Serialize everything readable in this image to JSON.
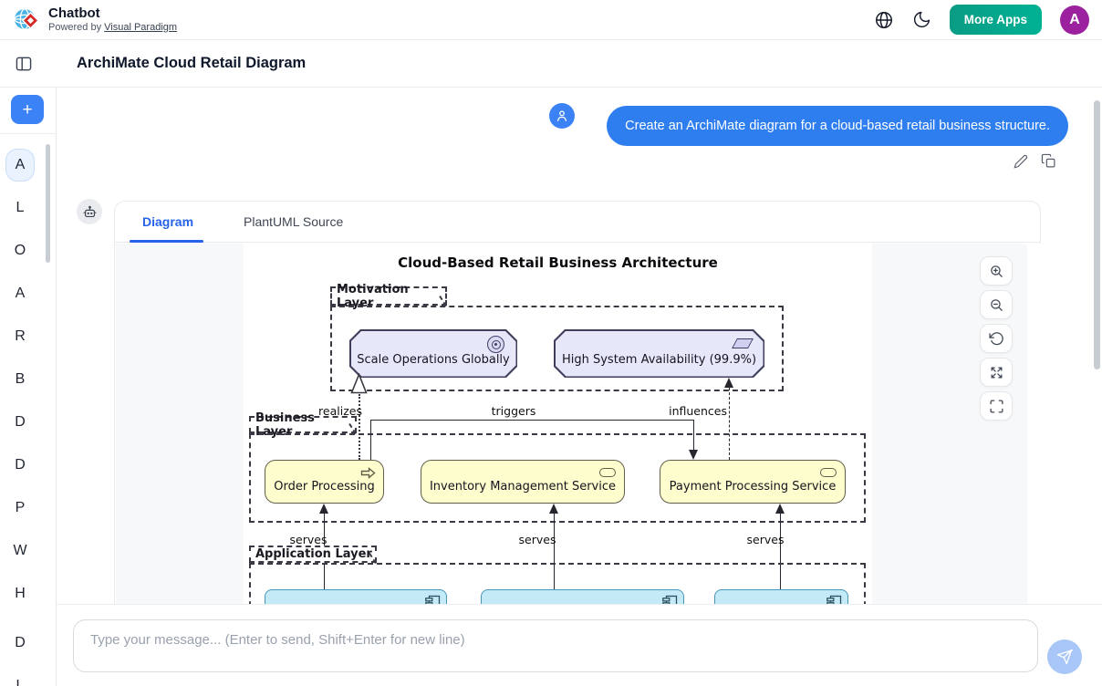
{
  "header": {
    "app_title": "Chatbot",
    "powered_by": "Powered by",
    "powered_by_link": "Visual Paradigm",
    "more_apps_label": "More Apps",
    "avatar_letter": "A"
  },
  "page": {
    "title": "ArchiMate Cloud Retail Diagram"
  },
  "sidebar": {
    "new_chat_label": "+",
    "items": [
      {
        "label": "A",
        "active": true
      },
      {
        "label": "L",
        "active": false
      },
      {
        "label": "O",
        "active": false
      },
      {
        "label": "A",
        "active": false
      },
      {
        "label": "R",
        "active": false
      },
      {
        "label": "B",
        "active": false
      },
      {
        "label": "D",
        "active": false
      },
      {
        "label": "D",
        "active": false
      },
      {
        "label": "P",
        "active": false
      },
      {
        "label": "W",
        "active": false
      },
      {
        "label": "H",
        "active": false
      },
      {
        "label": "D",
        "active": false
      },
      {
        "label": "L",
        "active": false
      }
    ]
  },
  "chat": {
    "user_message": "Create an ArchiMate diagram for a cloud-based retail business structure.",
    "tabs": {
      "diagram": "Diagram",
      "plantuml": "PlantUML Source"
    },
    "input_placeholder": "Type your message... (Enter to send, Shift+Enter for new line)"
  },
  "diagram": {
    "title": "Cloud-Based Retail Business Architecture",
    "motivation": {
      "label": "Motivation Layer",
      "goal": "Scale Operations Globally",
      "outcome": "High System Availability (99.9%)"
    },
    "business": {
      "label": "Business Layer",
      "process": "Order Processing",
      "service1": "Inventory Management Service",
      "service2": "Payment Processing Service"
    },
    "application": {
      "label": "Application Layer"
    },
    "relationships": {
      "realizes": "realizes",
      "triggers": "triggers",
      "influences": "influences",
      "serves": "serves"
    }
  },
  "icons": {
    "globe-icon": "globe outline",
    "moon-icon": "crescent moon",
    "panel-toggle-icon": "split panel rectangle",
    "user-icon": "person outline",
    "robot-icon": "robot head",
    "edit-icon": "pencil",
    "copy-icon": "two stacked squares",
    "zoom-in-icon": "magnifier plus",
    "zoom-out-icon": "magnifier minus",
    "reset-view-icon": "counter-clockwise arrow",
    "expand-icon": "four outward arrows",
    "fullscreen-icon": "corner brackets",
    "send-icon": "paper plane",
    "goal-icon": "concentric circles target",
    "outcome-icon": "parallelogram",
    "process-icon": "outline right arrow",
    "service-icon": "rounded pill",
    "component-icon": "UML component"
  },
  "colors": {
    "accent_blue": "#2e7ef0",
    "brand_green": "#0aa188",
    "avatar_purple": "#9b219f",
    "tab_active_blue": "#2563eb",
    "motivation_fill": "#e7e7fa",
    "business_fill": "#fdfdcd",
    "application_fill": "#c5eaf7"
  }
}
